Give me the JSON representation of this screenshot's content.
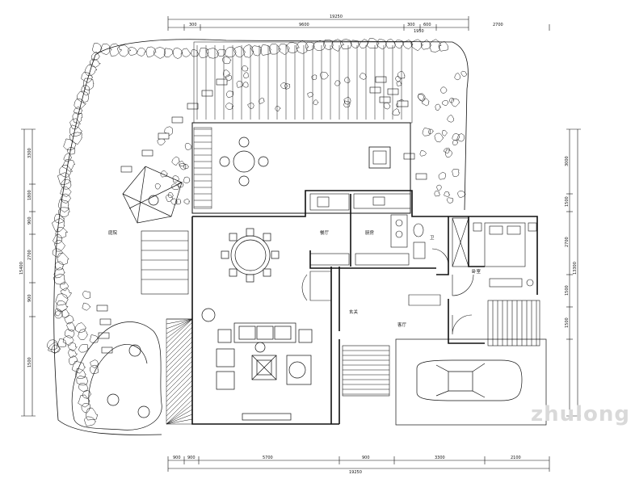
{
  "dimensions": {
    "top_overall": "19250",
    "top_segments": [
      "300",
      "9600",
      "300",
      "600",
      "2700"
    ],
    "top_small": "1950",
    "bottom_overall": "19250",
    "bottom_segments": [
      "900",
      "900",
      "5700",
      "900",
      "3300",
      "2100"
    ],
    "left_overall": "15400",
    "left_segments": [
      "3300",
      "1800",
      "900",
      "2700",
      "900",
      "1500"
    ],
    "right_overall": "13300",
    "right_segments": [
      "3000",
      "1500",
      "2700",
      "1500",
      "1500"
    ]
  },
  "rooms": {
    "garden": "庭院",
    "dining": "餐厅",
    "kitchen": "厨房",
    "bath": "卫",
    "bedroom": "卧室",
    "hall": "客厅",
    "entry_label": "玄关"
  },
  "watermark": "zhulong"
}
